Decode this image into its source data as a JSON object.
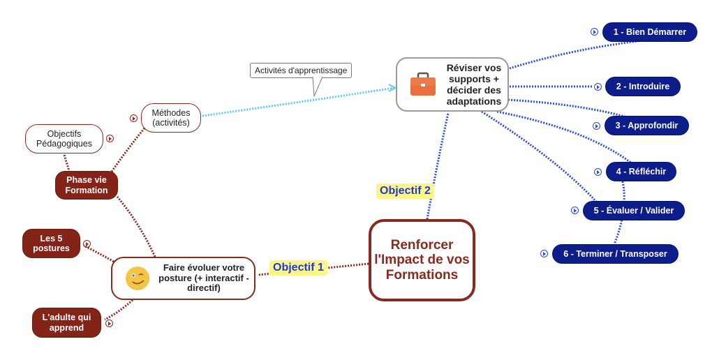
{
  "central": {
    "label": "Renforcer l'Impact de vos Formations"
  },
  "objective_labels": {
    "obj1": "Objectif 1",
    "obj2": "Objectif 2"
  },
  "branch2": {
    "title": "Réviser vos supports + décider des adaptations",
    "icon": "briefcase-icon",
    "callout": "Activités d'apprentissage",
    "steps": [
      "1 - Bien Démarrer",
      "2 - Introduire",
      "3 - Approfondir",
      "4 - Réfléchir",
      "5 - Évaluer / Valider",
      "6 - Terminer / Transposer"
    ]
  },
  "branch1": {
    "title": "Faire évoluer votre posture (+ interactif - directif)",
    "icon": "winking-smiley-icon",
    "phase": "Phase vie Formation",
    "objectifs": "Objectifs Pédagogiques",
    "methodes": "Méthodes (activités)",
    "postures": "Les 5 postures",
    "adulte": "L'adulte qui apprend"
  },
  "colors": {
    "red": "#8a2a1e",
    "blue": "#0d1d8a",
    "link_blue": "#2a4be0",
    "link_cyan": "#5ccaf0",
    "label_bg": "#fdf58a"
  }
}
